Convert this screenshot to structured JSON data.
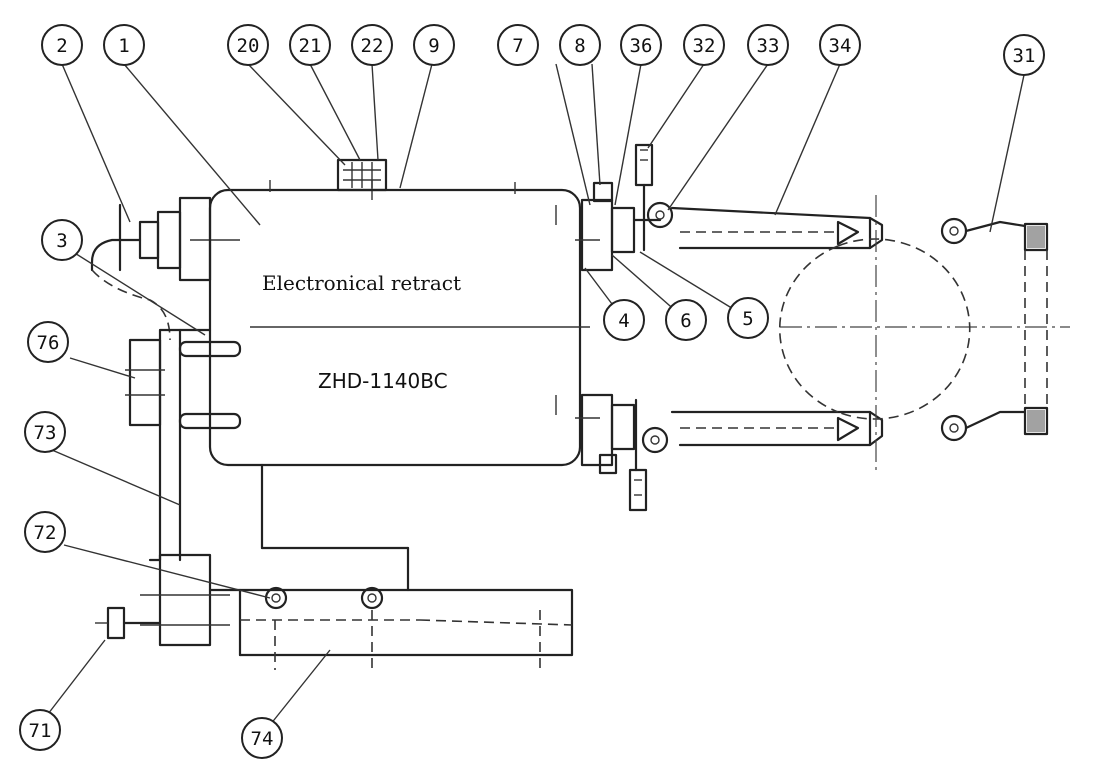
{
  "device": {
    "title": "Electronical retract",
    "model": "ZHD-1140BC"
  },
  "part_labels": [
    "2",
    "1",
    "20",
    "21",
    "22",
    "9",
    "7",
    "8",
    "36",
    "32",
    "33",
    "34",
    "31",
    "3",
    "4",
    "6",
    "5",
    "76",
    "73",
    "72",
    "71",
    "74"
  ],
  "colors": {
    "ink": "#222222",
    "paper": "#ffffff"
  }
}
